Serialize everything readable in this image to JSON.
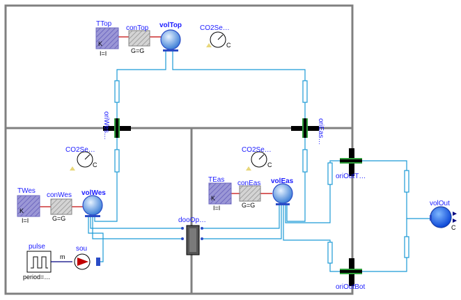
{
  "colors": {
    "room_border": "#808080",
    "pipe": "#1b9ad6",
    "connector_blue": "#2a4cc7",
    "label_blue": "#1a1aff",
    "boundary_fill": "#9b97d6",
    "conductor_fill": "#c8c8c8",
    "volume_fill": "#5aa0e6",
    "orifice_green": "#2e9e3a"
  },
  "components": {
    "TTop": {
      "name": "TTop",
      "sub": "K",
      "param": "I=I"
    },
    "conTop": {
      "name": "conTop",
      "param": "G=G"
    },
    "volTop": {
      "name": "volTop"
    },
    "CO2SenTop": {
      "name": "CO2Se…",
      "unit": "C"
    },
    "oriWes": {
      "name": "oriWes…"
    },
    "oriEas": {
      "name": "oriEas…"
    },
    "CO2SenWes": {
      "name": "CO2Se…",
      "unit": "C"
    },
    "CO2SenEas": {
      "name": "CO2Se…",
      "unit": "C"
    },
    "oriOutTop": {
      "name": "oriOutT…"
    },
    "TWes": {
      "name": "TWes",
      "sub": "K",
      "param": "I=I"
    },
    "conWes": {
      "name": "conWes",
      "param": "G=G"
    },
    "volWes": {
      "name": "volWes"
    },
    "TEas": {
      "name": "TEas",
      "sub": "K",
      "param": "I=I"
    },
    "conEas": {
      "name": "conEas",
      "param": "G=G"
    },
    "volEas": {
      "name": "volEas"
    },
    "dooOpeClo": {
      "name": "dooOp…"
    },
    "volOut": {
      "name": "volOut",
      "unit": "C"
    },
    "pulse": {
      "name": "pulse",
      "param": "period=…"
    },
    "sou": {
      "name": "sou",
      "port_label": "m"
    },
    "oriOutBot": {
      "name": "oriOutBot"
    }
  }
}
